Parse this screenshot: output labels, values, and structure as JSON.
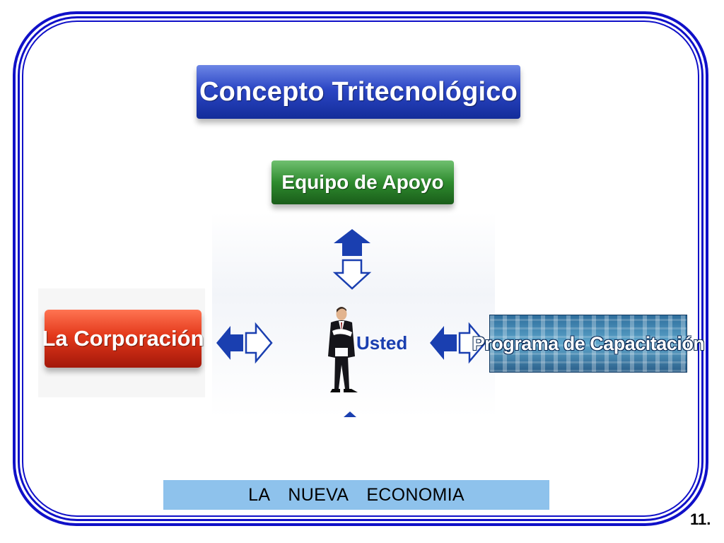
{
  "diagram": {
    "title": "Concepto Tritecnológico",
    "top_box": "Equipo de Apoyo",
    "left_box": "La Corporación",
    "right_box": "Programa de Capacitación",
    "center_label": "Usted",
    "footer": "LA  NUEVA  ECONOMIA",
    "page_number": "11."
  },
  "colors": {
    "frame": "#1010c8",
    "title_box": "#2b46c4",
    "top_box": "#2e8b2e",
    "left_box": "#e3381a",
    "right_box": "#4a8fbe",
    "arrow": "#1a3fb0",
    "footer_bar": "#8ec2ec"
  },
  "icons": [
    "double-arrow-vertical-icon",
    "double-arrow-left-icon",
    "double-arrow-right-icon",
    "arrow-up-icon",
    "businessman-icon"
  ]
}
